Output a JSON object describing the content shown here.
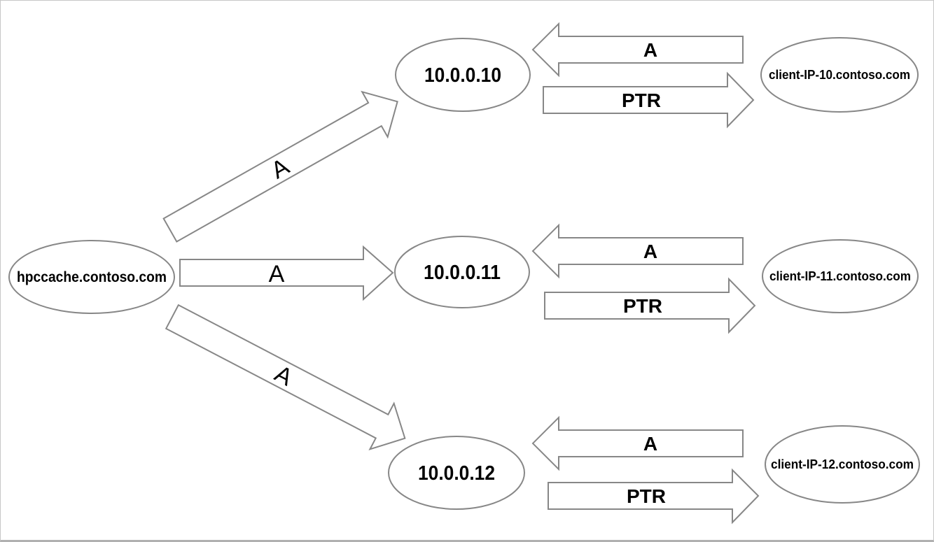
{
  "diagram": {
    "cache_node": "hpccache.contoso.com",
    "rows": [
      {
        "ip": "10.0.0.10",
        "client": "client-IP-10.contoso.com",
        "cache_query_label": "A",
        "reverse_a_label": "A",
        "ptr_label": "PTR"
      },
      {
        "ip": "10.0.0.11",
        "client": "client-IP-11.contoso.com",
        "cache_query_label": "A",
        "reverse_a_label": "A",
        "ptr_label": "PTR"
      },
      {
        "ip": "10.0.0.12",
        "client": "client-IP-12.contoso.com",
        "cache_query_label": "A",
        "reverse_a_label": "A",
        "ptr_label": "PTR"
      }
    ]
  },
  "colors": {
    "shape_stroke": "#878787",
    "label_text": "#000000",
    "canvas_background": "#ffffff",
    "frame_border": "#c6c6c6"
  }
}
